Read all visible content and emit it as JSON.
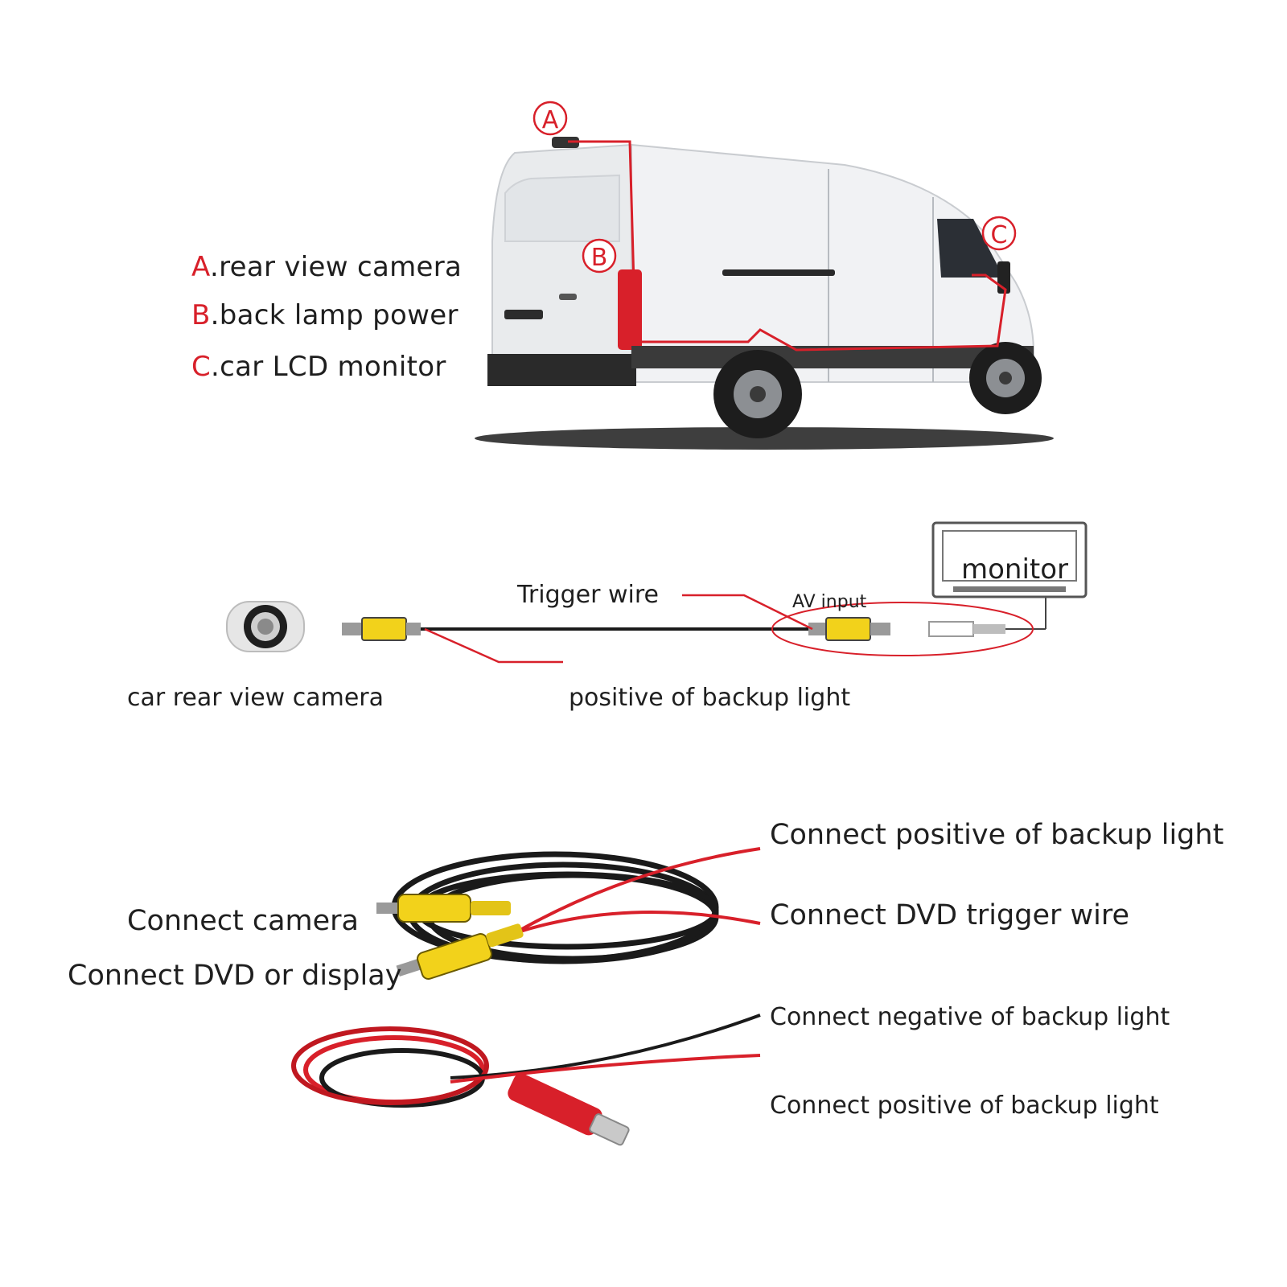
{
  "van_section": {
    "markers": {
      "a": "A",
      "b": "B",
      "c": "C"
    },
    "legend": [
      {
        "letter": "A",
        "text": ".rear view camera"
      },
      {
        "letter": "B",
        "text": ".back lamp power"
      },
      {
        "letter": "C",
        "text": ".car LCD monitor"
      }
    ]
  },
  "wiring_section": {
    "monitor_label": "monitor",
    "av_input_label": "AV input",
    "trigger_wire_label": "Trigger wire",
    "camera_label": "car rear view camera",
    "backup_positive_label": "positive of backup light"
  },
  "cable_section": {
    "connect_positive_top": "Connect positive of backup light",
    "connect_dvd_trigger": "Connect DVD trigger wire",
    "connect_camera": "Connect camera",
    "connect_dvd_display": "Connect DVD or display",
    "connect_negative": "Connect negative of backup light",
    "connect_positive_bottom": "Connect positive of backup light"
  },
  "colors": {
    "accent_red": "#d8202a",
    "rca_yellow": "#f2d21b",
    "cable_black": "#1a1a1a"
  }
}
